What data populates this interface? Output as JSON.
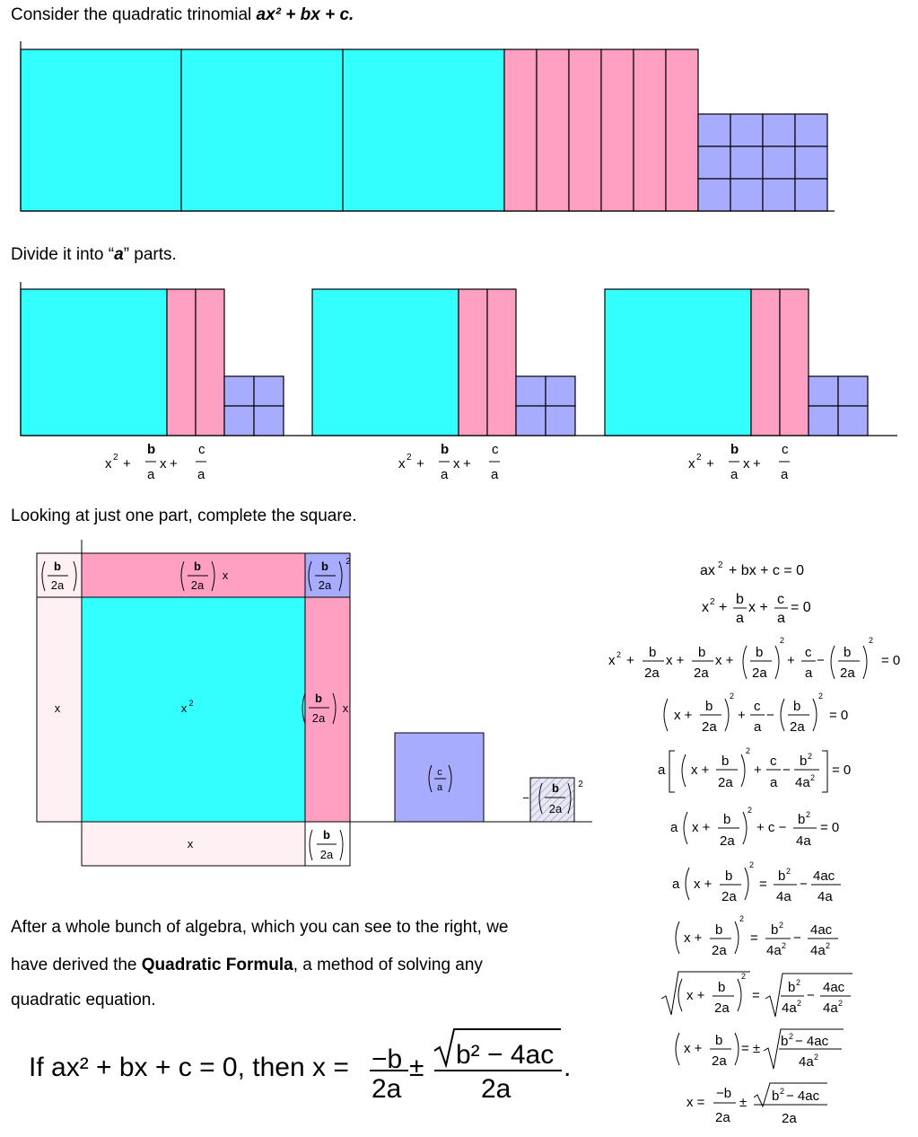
{
  "headings": {
    "consider_prefix": "Consider the quadratic trinomial ",
    "consider_expr": "ax² + bx + c.",
    "divide_prefix": "Divide it into “",
    "divide_a": "a",
    "divide_suffix": "” parts.",
    "looking": "Looking at just one part, complete the square."
  },
  "paragraph": {
    "line1": "After a whole bunch of algebra, which you can see to the right, we",
    "line2_pre": "have derived the ",
    "line2_bold": "Quadratic Formula",
    "line2_post": ", a method of solving any",
    "line3": "quadratic equation."
  },
  "final": {
    "prefix": "If ax² + bx + c = 0, then x =",
    "num_left": "−b",
    "pm": "±",
    "radicand": "b² − 4ac",
    "den_left": "2a",
    "den_right": "2a",
    "period": "."
  },
  "labels": {
    "b": "b",
    "a": "a",
    "c": "c",
    "x": "x",
    "two_a": "2a",
    "x2": "x²",
    "plus": "+",
    "sq": "2",
    "minus_sign": "−"
  },
  "steps": [
    "ax² + bx + c = 0",
    "x² + (b/a)x + c/a = 0",
    "x² + (b/2a)x + (b/2a)x + (b/2a)² + c/a − (b/2a)² = 0",
    "(x + b/2a)² + c/a − (b/2a)² = 0",
    "a[(x + b/2a)² + c/a − b²/4a²] = 0",
    "a(x + b/2a)² + c − b²/4a = 0",
    "a(x + b/2a)² = b²/4a − 4ac/4a",
    "(x + b/2a)² = b²/4a² − 4ac/4a²",
    "√(x + b/2a)² = √(b²/4a² − 4ac/4a²)",
    "(x + b/2a) = ±√(b² − 4ac)/4a²",
    "x = −b/2a ± √(b² − 4ac)/2a"
  ],
  "colors": {
    "cyan": "#33FFFF",
    "pink": "#FFA0C3",
    "blue": "#A8ACFF",
    "lightpink": "#FFF0F4"
  }
}
